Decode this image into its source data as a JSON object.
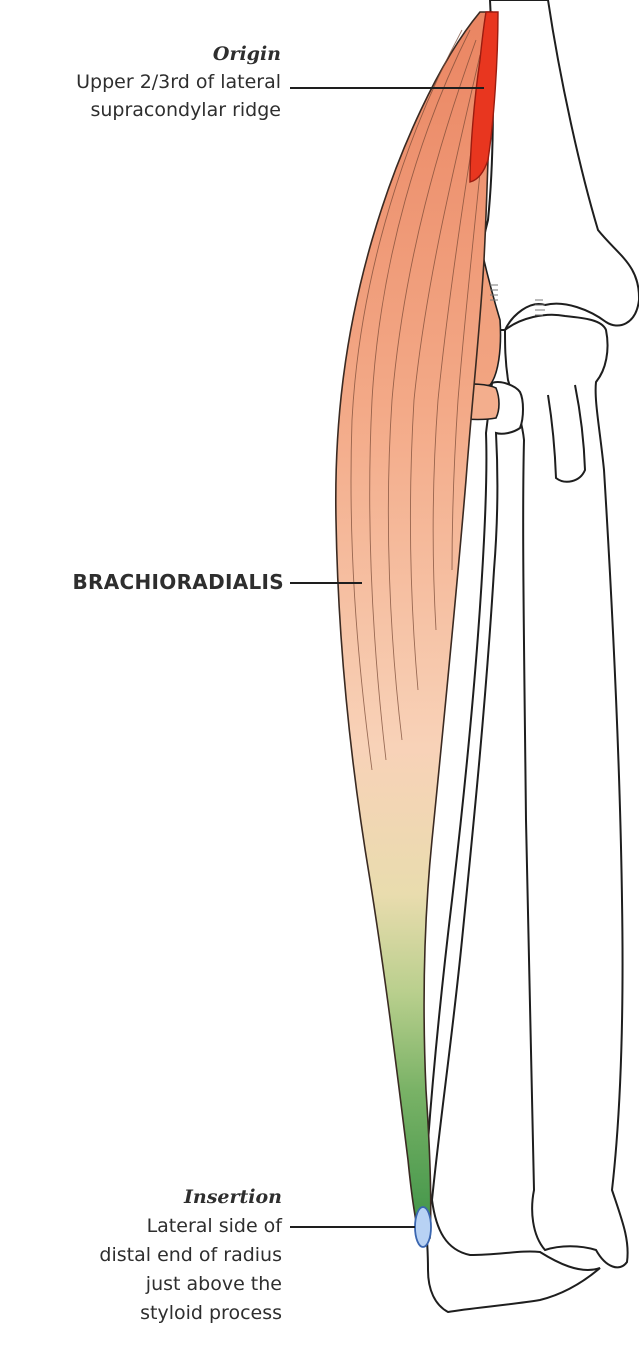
{
  "labels": {
    "origin": {
      "heading": "Origin",
      "lines": [
        "Upper 2/3rd of lateral",
        "supracondylar ridge"
      ]
    },
    "muscle": {
      "name": "BRACHIORADIALIS"
    },
    "insertion": {
      "heading": "Insertion",
      "lines": [
        "Lateral side of",
        "distal end of radius",
        "just above the",
        "styloid process"
      ]
    }
  },
  "colors": {
    "muscle_top": "#ec8f6a",
    "muscle_mid": "#f7c7ac",
    "tendon": "#3d9a4a",
    "origin_highlight": "#e8361f",
    "insertion_highlight": "#a8c8f0",
    "bone_outline": "#1e1e1e",
    "leader_line": "#1e1e1e"
  }
}
